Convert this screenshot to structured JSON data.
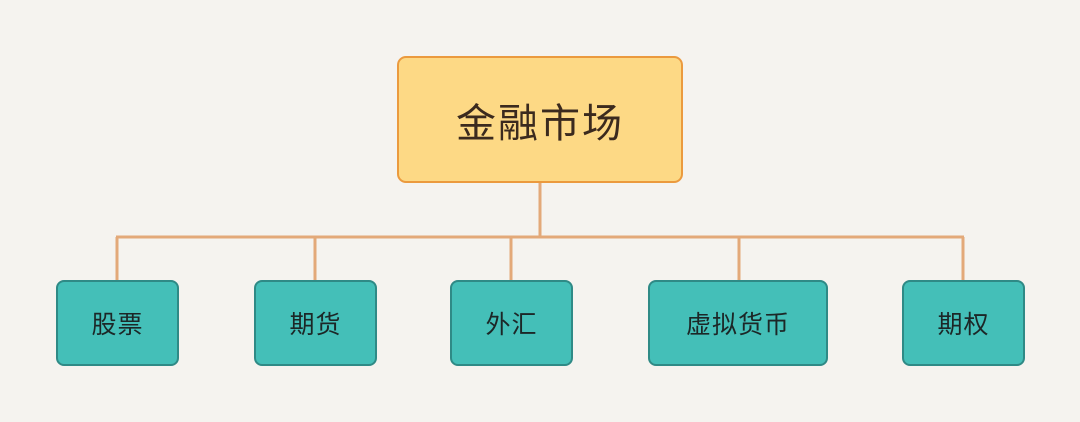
{
  "diagram": {
    "root": {
      "label": "金融市场"
    },
    "children": [
      {
        "label": "股票"
      },
      {
        "label": "期货"
      },
      {
        "label": "外汇"
      },
      {
        "label": "虚拟货币"
      },
      {
        "label": "期权"
      }
    ],
    "colors": {
      "background": "#f5f3ef",
      "connector": "#e3a979",
      "root_fill": "#fdd985",
      "root_border": "#eb9a3e",
      "child_fill": "#44bfb8",
      "child_border": "#2f8a86",
      "text_dark": "#3b2a1e"
    }
  }
}
